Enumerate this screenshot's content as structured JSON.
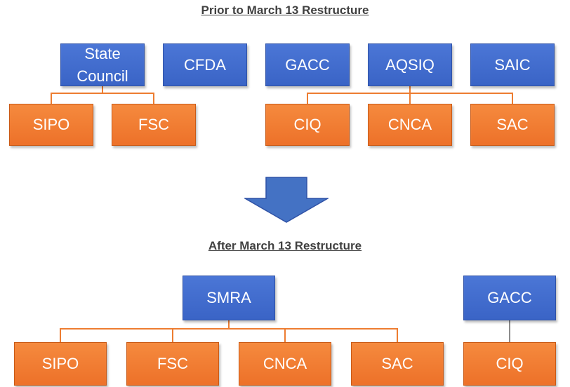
{
  "before": {
    "heading": "Prior to March 13 Restructure",
    "top_nodes": {
      "state_council": "State Council",
      "cfda": "CFDA",
      "gacc": "GACC",
      "aqsiq": "AQSIQ",
      "saic": "SAIC"
    },
    "sub_nodes": {
      "sipo": "SIPO",
      "fsc": "FSC",
      "ciq": "CIQ",
      "cnca": "CNCA",
      "sac": "SAC"
    }
  },
  "after": {
    "heading": "After March 13 Restructure",
    "top_nodes": {
      "smra": "SMRA",
      "gacc": "GACC"
    },
    "sub_nodes": {
      "sipo": "SIPO",
      "fsc": "FSC",
      "cnca": "CNCA",
      "sac": "SAC",
      "ciq": "CIQ"
    }
  },
  "colors": {
    "parent_box": "#4472c4",
    "child_box": "#ed7d31",
    "connector": "#ed7d31",
    "arrow": "#4472c4"
  }
}
